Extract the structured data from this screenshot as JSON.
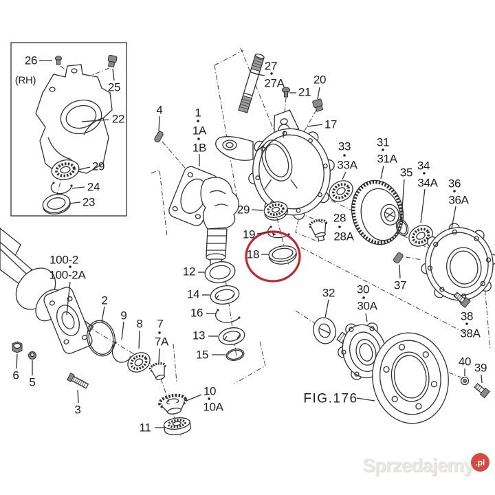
{
  "figure": {
    "fig_label": "FIG.176",
    "rh_label": "(RH)",
    "description": "Exploded parts diagram of front axle final drive with part callouts; part 18 circled in red"
  },
  "watermark": {
    "name": "Sprzedajemy",
    "tld": ".pl"
  },
  "colors": {
    "line": "#2f2f2f",
    "label_text": "#1d1d1d",
    "highlight_circle": "#c5262c",
    "watermark_text": "#e9e8e5",
    "watermark_badge": "#d64a41",
    "background": "#ffffff"
  },
  "callouts": {
    "c26": "26",
    "c25": "25",
    "c22": "22",
    "c29_box": "29",
    "c24": "24",
    "c23": "23",
    "c27": "27",
    "c27A": "27A",
    "c21": "21",
    "c20": "20",
    "c17": "17",
    "c4": "4",
    "c1": "1",
    "c1A": "1A",
    "c1B": "1B",
    "c33": "33",
    "c33A": "33A",
    "c31": "31",
    "c31A": "31A",
    "c35": "35",
    "c34": "34",
    "c34A": "34A",
    "c36": "36",
    "c36A": "36A",
    "c28": "28",
    "c28A": "28A",
    "c29_mid": "29",
    "c19": "19",
    "c18": "18",
    "c12": "12",
    "c14": "14",
    "c16": "16",
    "c13": "13",
    "c15": "15",
    "c100_2": "100-2",
    "c100_2A": "100-2A",
    "c2": "2",
    "c9": "9",
    "c8": "8",
    "c7": "7",
    "c7A": "7A",
    "c6": "6",
    "c5": "5",
    "c3": "3",
    "c10": "10",
    "c10A": "10A",
    "c11": "11",
    "c32": "32",
    "c30": "30",
    "c30A": "30A",
    "c37": "37",
    "c38": "38",
    "c38A": "38A",
    "c40": "40",
    "c39": "39"
  }
}
